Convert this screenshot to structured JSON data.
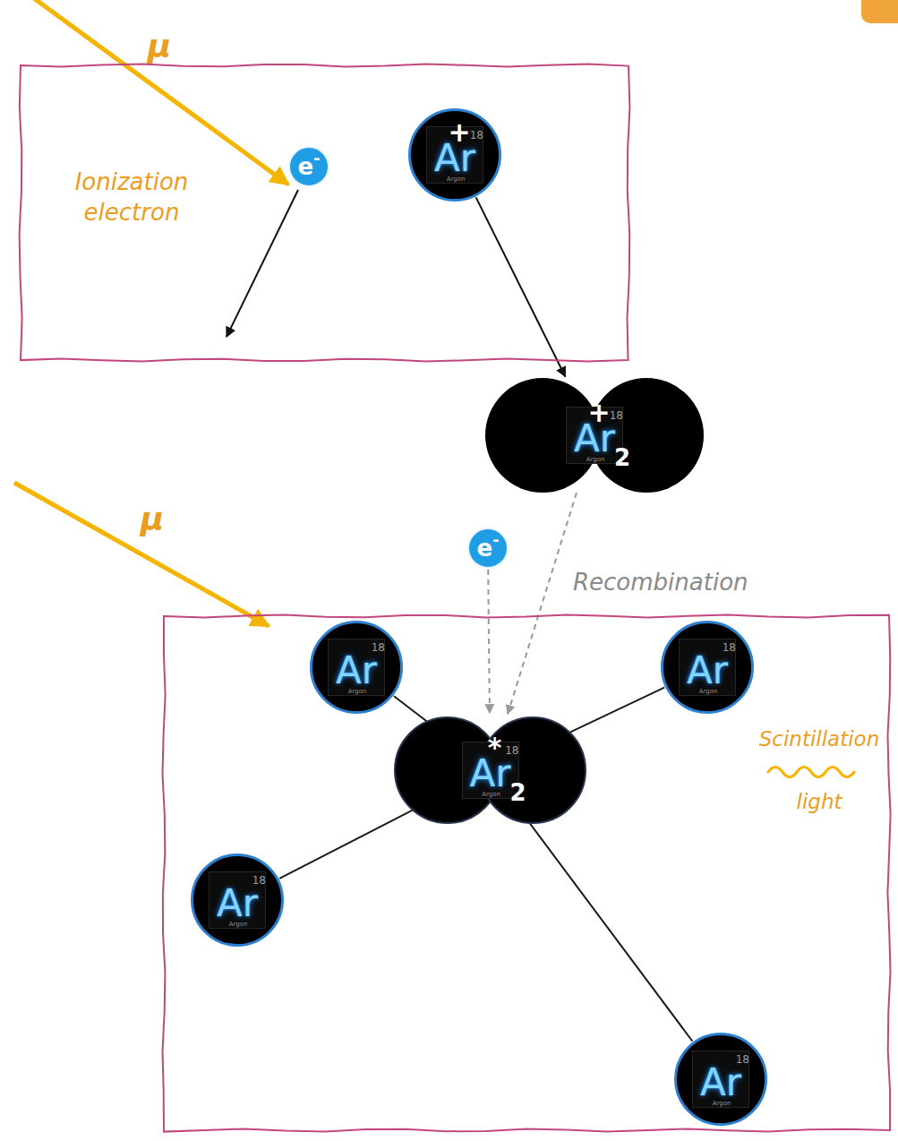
{
  "diagram": {
    "nodes": [
      {
        "text": [
          "Ionization electron"
        ]
      },
      {
        "text": [
          "e",
          "-"
        ],
        "in": 0
      },
      {
        "text": [
          "Ar",
          "+",
          "18",
          "Argon"
        ],
        "in": 0
      },
      {
        "text": [
          "Ar",
          "+",
          "2",
          "18",
          "Argon"
        ]
      },
      {
        "text": [
          "e",
          "-"
        ]
      },
      {
        "text": [
          "Scintillation light"
        ]
      },
      {
        "text": [
          "Ar",
          "18",
          "Argon"
        ],
        "in": 5
      },
      {
        "text": [
          "Ar",
          "18",
          "Argon"
        ],
        "in": 5
      },
      {
        "text": [
          "Ar",
          "18",
          "Argon"
        ],
        "in": 5
      },
      {
        "text": [
          "Ar",
          "*",
          "2",
          "18",
          "Argon"
        ],
        "in": 5
      },
      {
        "text": [
          "Ar",
          "18",
          "Argon"
        ],
        "in": 5
      }
    ],
    "edges": [
      {
        "from": 2,
        "to": 3,
        "arrow": "to"
      },
      {
        "from": 4,
        "to": 9,
        "arrow": "to"
      },
      {
        "from": 3,
        "to": 9,
        "arrow": "to"
      },
      {
        "from": 9,
        "to": 6,
        "arrow": "none"
      },
      {
        "from": 9,
        "to": 7,
        "arrow": "none"
      },
      {
        "from": 9,
        "to": 8,
        "arrow": "none"
      },
      {
        "from": 9,
        "to": 10,
        "arrow": "none"
      }
    ],
    "labels": [
      "μ",
      "μ",
      "Recombination"
    ]
  }
}
